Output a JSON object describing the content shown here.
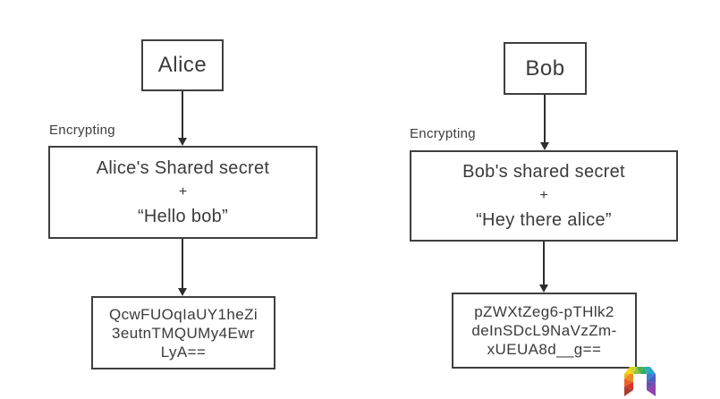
{
  "canvas": {
    "background": "#ffffff",
    "border_color": "#3f3f3f",
    "text_color": "#3b3b3b",
    "label_color": "#3d3d3d",
    "arrow_color": "#2e2e2e"
  },
  "alice": {
    "actor": "Alice",
    "stage_label": "Encrypting",
    "input": {
      "line1": "Alice's Shared secret",
      "operator": "+",
      "line2": "“Hello bob”"
    },
    "output_lines": [
      "QcwFUOqIaUY1heZi",
      "3eutnTMQUMy4Ewr",
      "LyA=="
    ]
  },
  "bob": {
    "actor": "Bob",
    "stage_label": "Encrypting",
    "input": {
      "line1": "Bob's shared secret",
      "operator": "+",
      "line2": "“Hey there alice”"
    },
    "output_lines": [
      "pZWXtZeg6-pTHlk2",
      "deInSDcL9NaVzZm-",
      "xUEUA8d__g=="
    ]
  },
  "logo": {
    "name": "rainbow-arch-logo",
    "facet_colors": [
      "#b03a2e",
      "#d9342b",
      "#e8622a",
      "#f08c1f",
      "#f3b61f",
      "#f6d411",
      "#cdd52c",
      "#8cc63f",
      "#4fae48",
      "#2fa86f",
      "#2bb0a3",
      "#2f9fd0",
      "#3f7fd0",
      "#4a5fc1",
      "#6a4fb8",
      "#8e44ad"
    ]
  }
}
